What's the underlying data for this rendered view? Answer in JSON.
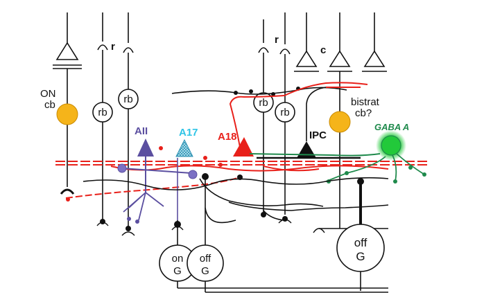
{
  "labels": {
    "on_cb": [
      "ON",
      "cb"
    ],
    "rb": "rb",
    "r": "r",
    "c": "c",
    "AII": "AII",
    "A17": "A17",
    "A18": "A18",
    "IPC": "IPC",
    "bistrat": [
      "bistrat",
      "cb?"
    ],
    "gaba_a": "GABA A",
    "on_g": [
      "on",
      "G"
    ],
    "off_g": [
      "off",
      "G"
    ],
    "off_g_big": [
      "off",
      "G"
    ]
  },
  "colors": {
    "line": "#111111",
    "red": "#e8201a",
    "green": "#1f8a4c",
    "purple": "#5b4fa0",
    "cyan": "#2ec4e6",
    "yellow": "#f5b41a",
    "gaba_glow": "#22c93a"
  }
}
